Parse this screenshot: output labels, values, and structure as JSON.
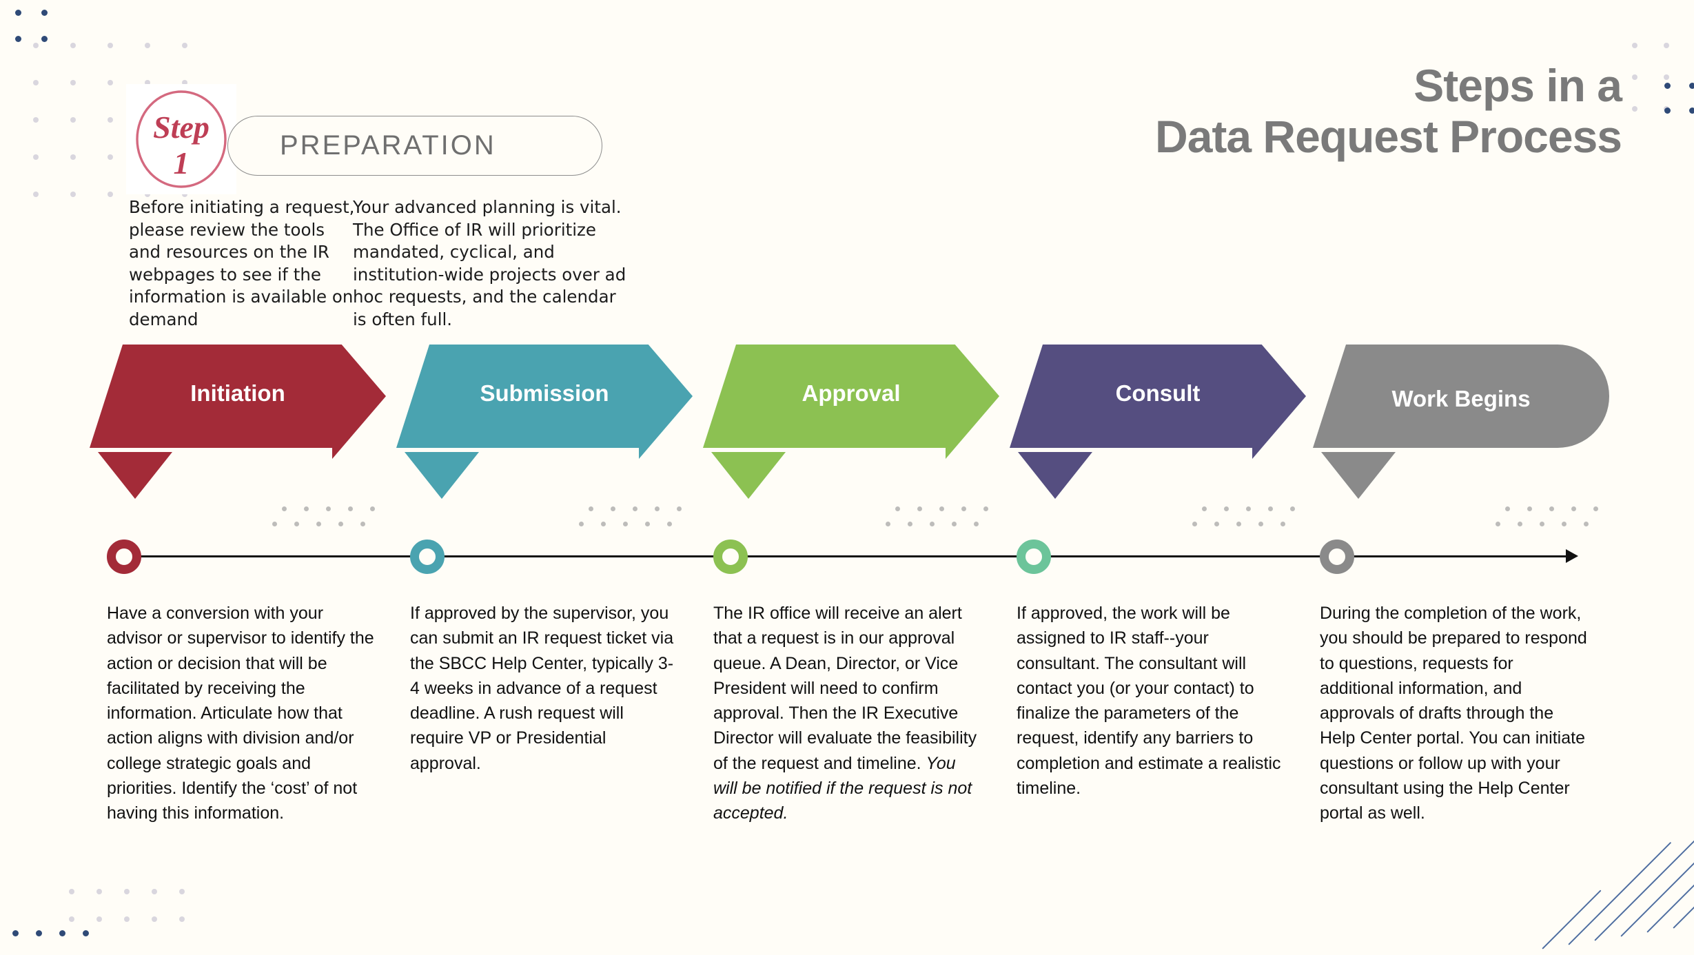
{
  "title": "Steps in a\nData Request Process",
  "step_badge": {
    "word": "Step",
    "number": "1"
  },
  "preparation": {
    "pill_label": "PREPARATION",
    "paragraph_1": "Before initiating a request, please review the tools and resources on the IR webpages to see if the information is available on demand",
    "paragraph_2": "Your advanced planning is  vital. The Office of IR will prioritize mandated, cyclical, and institution-wide projects over ad hoc requests, and the calendar is often full."
  },
  "steps": [
    {
      "label": "Initiation",
      "arrow_color": "#A32B38",
      "node_color": "#A32B38",
      "description_html": "Have a conversion with your advisor or supervisor to identify the action or decision that will be facilitated by receiving the information. Articulate how that action aligns with division and/or college strategic goals and priorities. Identify the ‘cost’ of not having this information."
    },
    {
      "label": "Submission",
      "arrow_color": "#4AA3B0",
      "node_color": "#4AA3B0",
      "description_html": "If approved by the supervisor, you can submit an IR request ticket via the SBCC Help Center, typically 3-4 weeks in advance of a request deadline. A rush request will require VP or Presidential approval."
    },
    {
      "label": "Approval",
      "arrow_color": "#8CC152",
      "node_color": "#8CC152",
      "description_html": "The IR office will receive an alert that a request is in our approval queue. A Dean, Director, or Vice President will need to confirm approval. Then the IR Executive Director will evaluate the feasibility of the request and timeline. <em>You will be notified if the request is not accepted.</em>"
    },
    {
      "label": "Consult",
      "arrow_color": "#554E80",
      "node_color": "#6CC49A",
      "description_html": "If approved, the work will be assigned to IR staff--your consultant. The consultant will contact you (or your contact) to finalize the parameters of the request, identify any barriers to completion and estimate a realistic timeline."
    },
    {
      "label": "Work Begins",
      "arrow_color": "#8A8A8A",
      "node_color": "#8A8A8A",
      "description_html": "During the completion of the work, you should be prepared to respond to questions, requests for additional information, and approvals of drafts through the Help Center portal. You can initiate questions or follow up with your consultant using the Help Center portal as well."
    }
  ],
  "decor": {
    "navy_dot_color": "#2F4A77",
    "lavender_dot_color": "#B9B6CB",
    "gray_dot_color": "#9A9A9A",
    "stripe_color": "#2F5490",
    "background_color": "#FFFDF7"
  }
}
